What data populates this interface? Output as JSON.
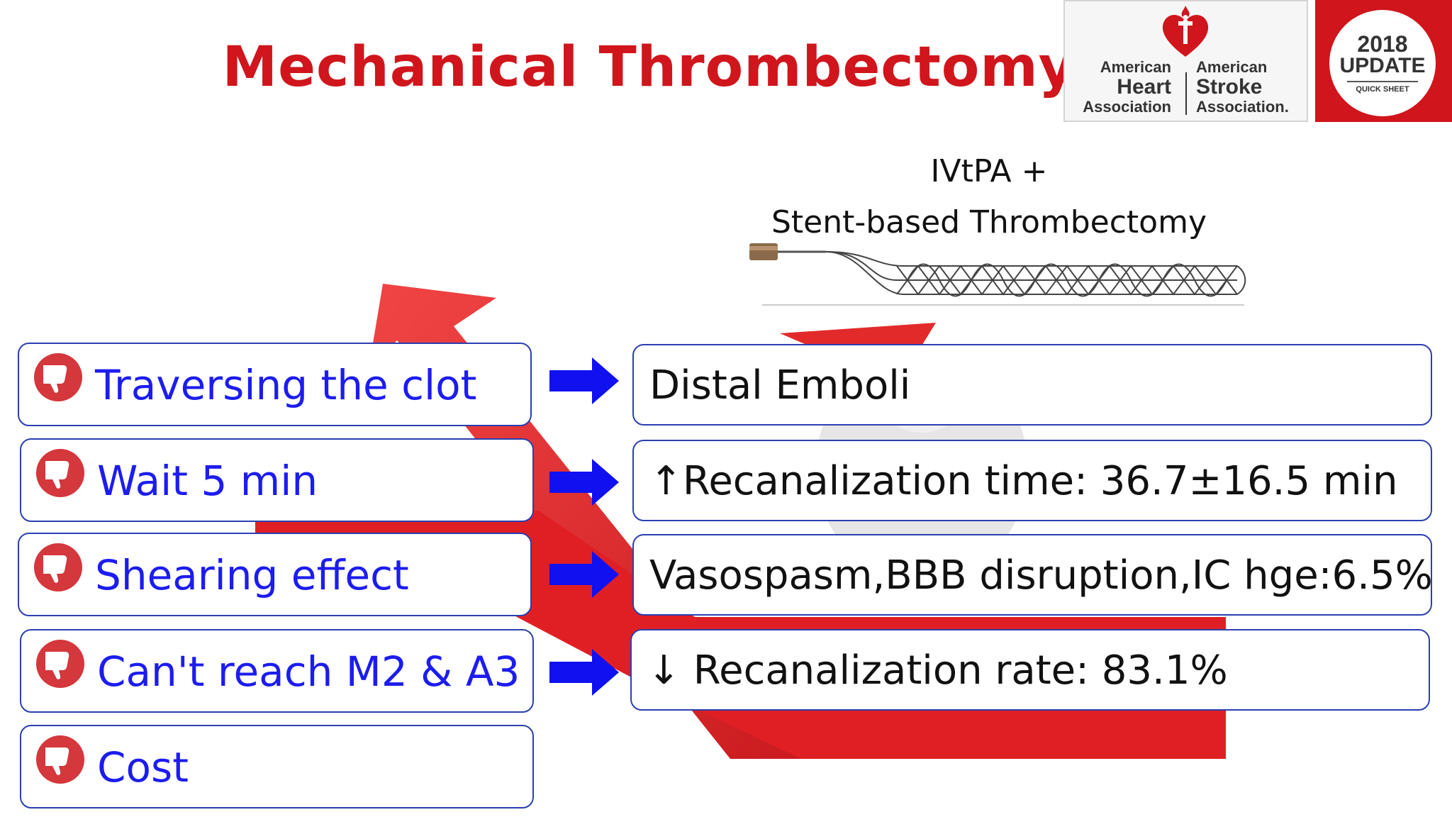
{
  "slide": {
    "title": "Mechanical Thrombectomy",
    "caption_line1": "IVtPA +",
    "caption_line2": "Stent-based Thrombectomy"
  },
  "logos": {
    "aha": {
      "left_line1": "American",
      "left_line2": "Heart",
      "left_line3": "Association",
      "right_line1": "American",
      "right_line2": "Stroke",
      "right_line3": "Association."
    },
    "update_badge": {
      "year": "2018",
      "label": "UPDATE",
      "sub": "QUICK SHEET"
    }
  },
  "rows": [
    {
      "icon": "thumbs-down-icon",
      "problem": "Traversing the clot",
      "consequence": "Distal Emboli"
    },
    {
      "icon": "thumbs-down-icon",
      "problem": "Wait 5 min",
      "consequence": "↑Recanalization time: 36.7±16.5 min"
    },
    {
      "icon": "thumbs-down-icon",
      "problem": "Shearing effect",
      "consequence": "Vasospasm,BBB disruption,IC hge:6.5%"
    },
    {
      "icon": "thumbs-down-icon",
      "problem": "Can't reach M2 & A3",
      "consequence": "↓ Recanalization rate: 83.1%"
    },
    {
      "icon": "thumbs-down-icon",
      "problem": "Cost"
    }
  ],
  "colors": {
    "title": "#d0151c",
    "problem_text": "#1c1cf0",
    "box_border": "#2b3fb0",
    "arrow": "#1010f0",
    "thumb_icon": "#d4373c"
  }
}
